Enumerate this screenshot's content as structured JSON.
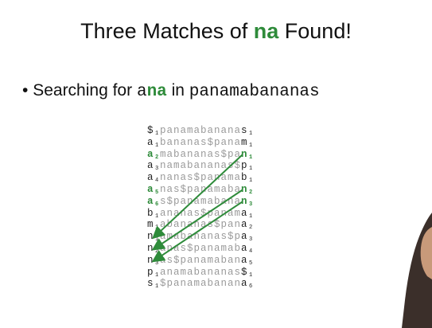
{
  "title": {
    "pre": "Three Matches of ",
    "hl": "na",
    "post": " Found!"
  },
  "bullet": {
    "glyph": "•",
    "pre": "Searching for ",
    "query_a": "a",
    "query_hl": "na",
    "in_word": " in ",
    "text": "panamabananas"
  },
  "bwt_rows": [
    {
      "first": "$",
      "first_rank": "1",
      "middle": "panamabanana",
      "last": "s",
      "last_rank": "1",
      "hl": false
    },
    {
      "first": "a",
      "first_rank": "1",
      "middle": "bananas$pana",
      "last": "m",
      "last_rank": "1",
      "hl": false
    },
    {
      "first": "a",
      "first_rank": "2",
      "middle": "mabananas$pa",
      "last": "n",
      "last_rank": "1",
      "hl": true
    },
    {
      "first": "a",
      "first_rank": "3",
      "middle": "namabananas$",
      "last": "p",
      "last_rank": "1",
      "hl": false
    },
    {
      "first": "a",
      "first_rank": "4",
      "middle": "nanas$panama",
      "last": "b",
      "last_rank": "1",
      "hl": false
    },
    {
      "first": "a",
      "first_rank": "5",
      "middle": "nas$panamaba",
      "last": "n",
      "last_rank": "2",
      "hl": true
    },
    {
      "first": "a",
      "first_rank": "6",
      "middle": "s$panamabana",
      "last": "n",
      "last_rank": "3",
      "hl": true
    },
    {
      "first": "b",
      "first_rank": "1",
      "middle": "ananas$panam",
      "last": "a",
      "last_rank": "1",
      "hl": false
    },
    {
      "first": "m",
      "first_rank": "1",
      "middle": "abananas$pan",
      "last": "a",
      "last_rank": "2",
      "hl": false
    },
    {
      "first": "n",
      "first_rank": "1",
      "middle": "amabananas$p",
      "last": "a",
      "last_rank": "3",
      "hl": false
    },
    {
      "first": "n",
      "first_rank": "2",
      "middle": "anas$panamab",
      "last": "a",
      "last_rank": "4",
      "hl": false
    },
    {
      "first": "n",
      "first_rank": "3",
      "middle": "as$panamaban",
      "last": "a",
      "last_rank": "5",
      "hl": false
    },
    {
      "first": "p",
      "first_rank": "1",
      "middle": "anamabananas",
      "last": "$",
      "last_rank": "1",
      "hl": false
    },
    {
      "first": "s",
      "first_rank": "1",
      "middle": "$panamabanan",
      "last": "a",
      "last_rank": "6",
      "hl": false
    }
  ],
  "colors": {
    "highlight": "#2e8b3a",
    "text": "#111111",
    "grey": "#9a9a9a"
  },
  "arrows": [
    {
      "from_row": 2,
      "to_row": 9
    },
    {
      "from_row": 5,
      "to_row": 10
    },
    {
      "from_row": 6,
      "to_row": 11
    }
  ],
  "speaker_present": true
}
